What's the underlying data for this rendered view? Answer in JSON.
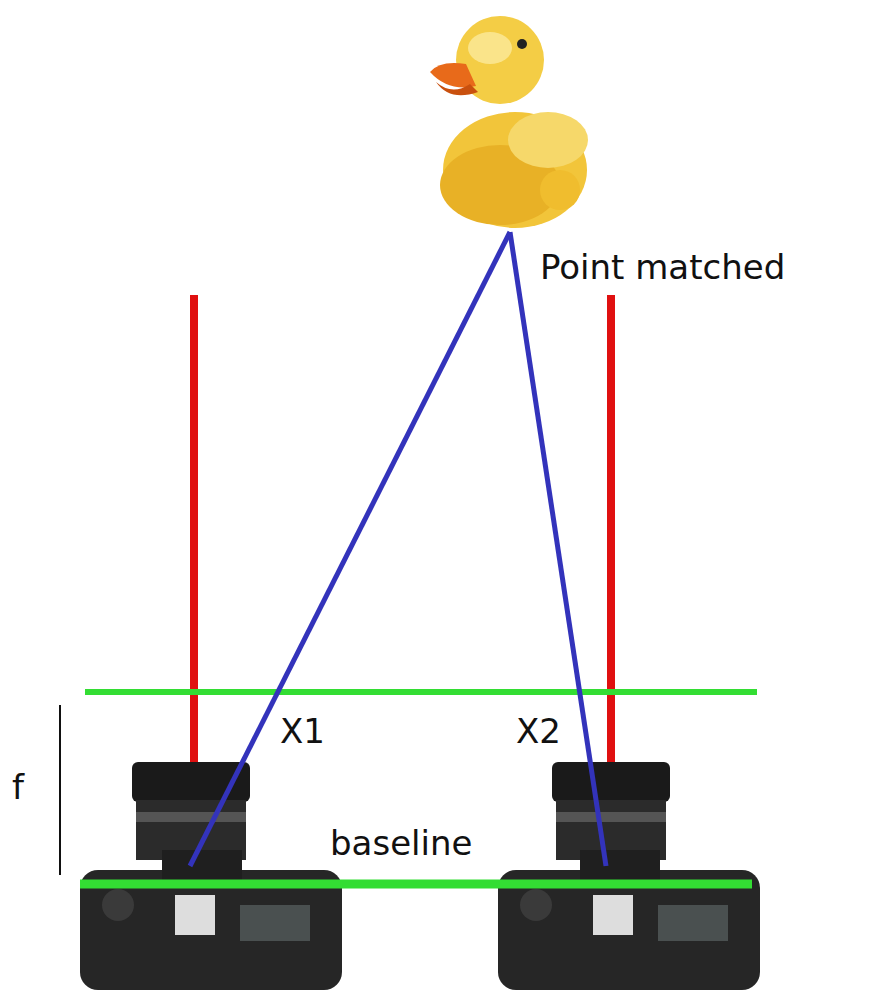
{
  "diagram": {
    "labels": [
      "Point matched",
      "X1",
      "X2",
      "f",
      "baseline"
    ]
  }
}
